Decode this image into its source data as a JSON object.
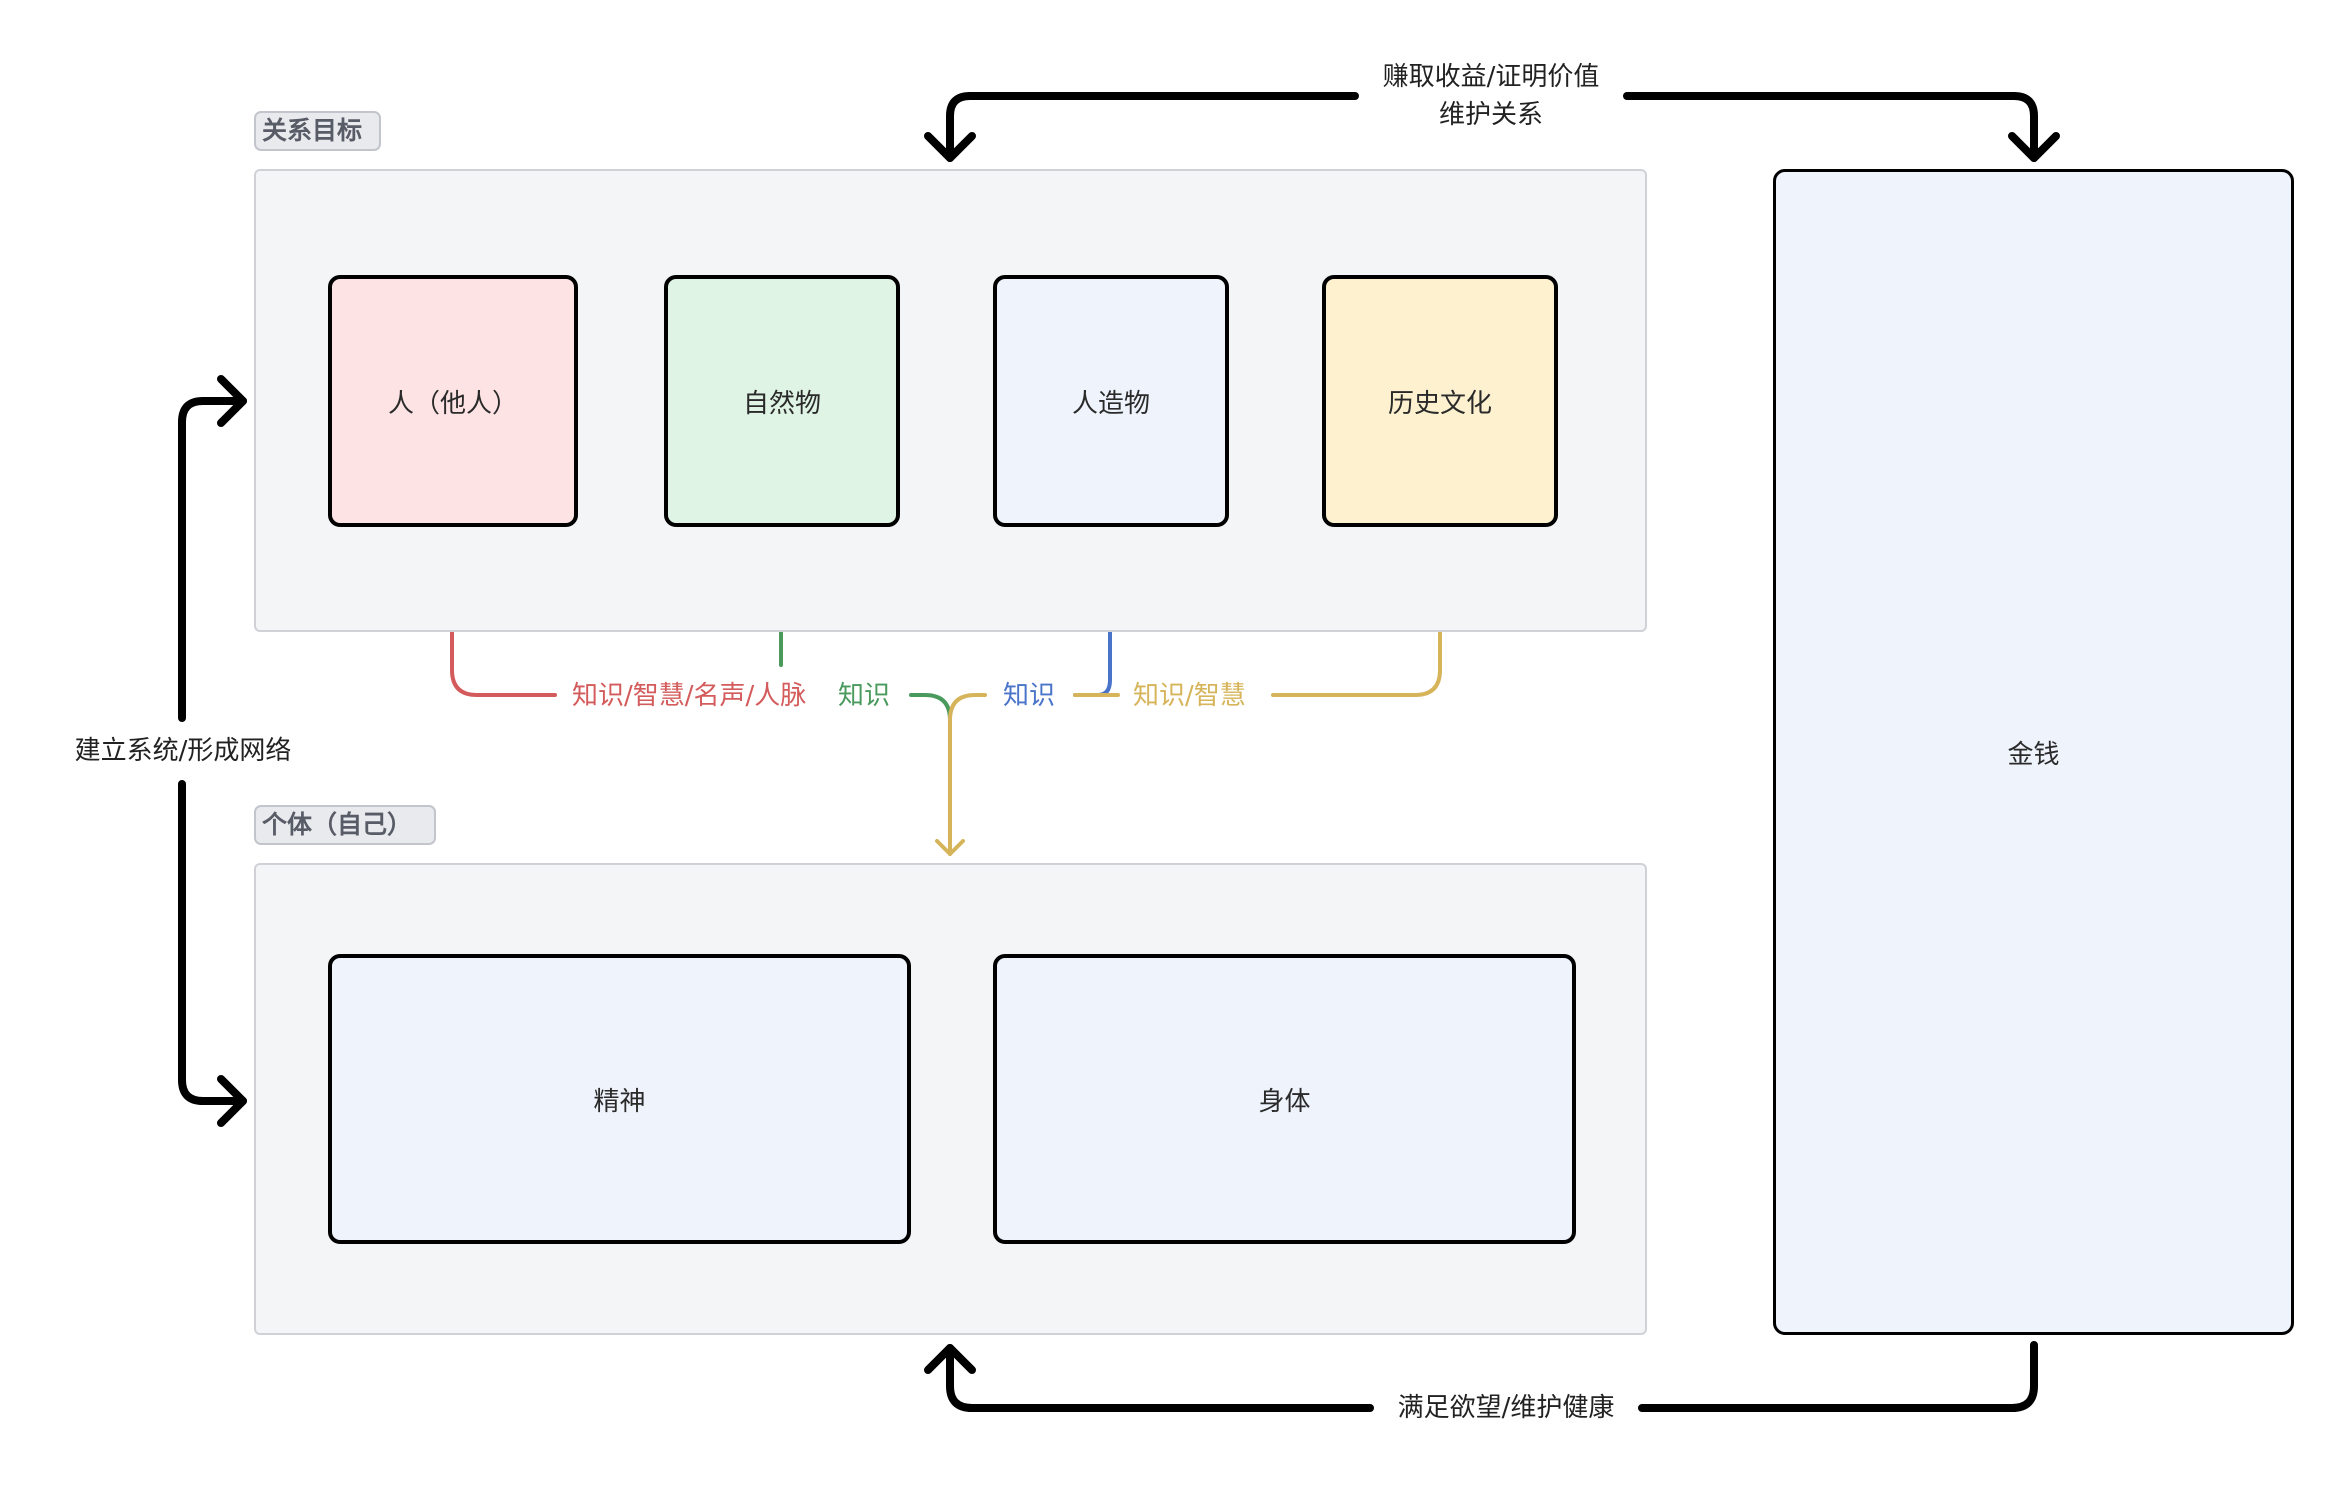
{
  "groups": {
    "relations": {
      "label": "关系目标"
    },
    "self": {
      "label": "个体（自己）"
    }
  },
  "nodes": {
    "people": {
      "label": "人（他人）",
      "fill": "#fde3e4"
    },
    "nature": {
      "label": "自然物",
      "fill": "#dff4e4"
    },
    "artifacts": {
      "label": "人造物",
      "fill": "#eef3fc"
    },
    "culture": {
      "label": "历史文化",
      "fill": "#fdf1cf"
    },
    "spirit": {
      "label": "精神",
      "fill": "#eef3fc"
    },
    "body": {
      "label": "身体",
      "fill": "#eef3fc"
    },
    "money": {
      "label": "金钱",
      "fill": "#eef3fc"
    }
  },
  "edges": {
    "to_people": {
      "label": "知识/智慧/名声/人脉",
      "color": "#d45b5b"
    },
    "to_nature": {
      "label": "知识",
      "color": "#4a9a5e"
    },
    "to_artifacts": {
      "label": "知识",
      "color": "#4a74c9"
    },
    "to_culture": {
      "label": "知识/智慧",
      "color": "#d6b45a"
    },
    "earn": {
      "line1": "赚取收益/证明价值",
      "line2": "维护关系"
    },
    "satisfy": {
      "label": "满足欲望/维护健康"
    },
    "network": {
      "label": "建立系统/形成网络"
    }
  }
}
